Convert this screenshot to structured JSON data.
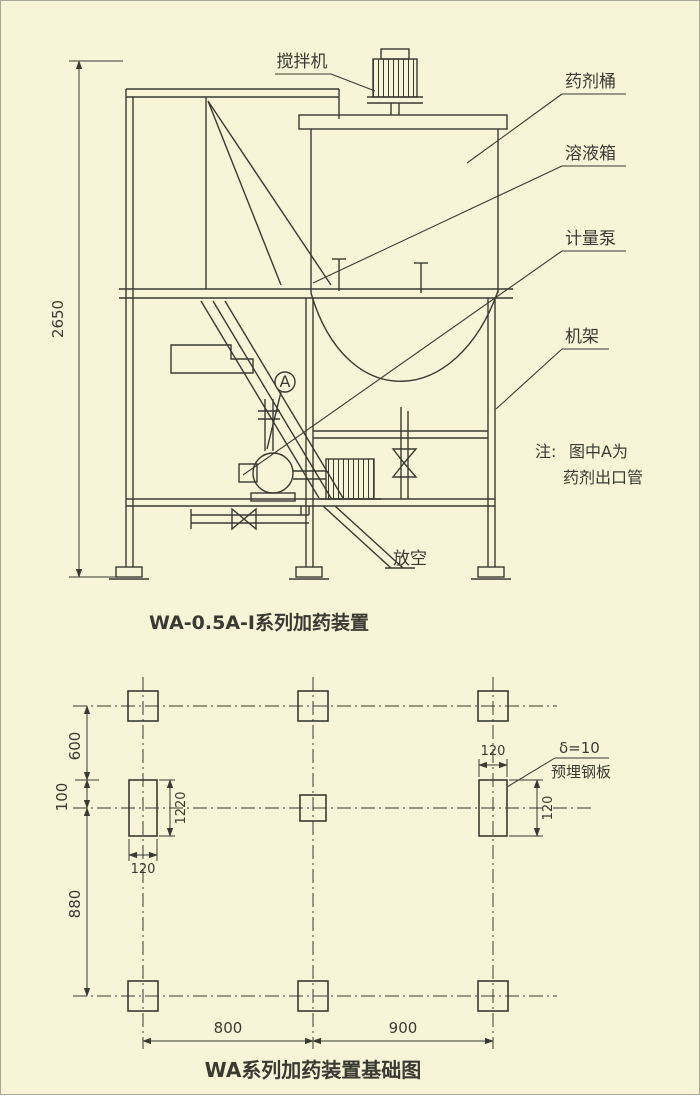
{
  "colors": {
    "background": "#f7f4d8",
    "ink": "#3a3a32"
  },
  "elevation": {
    "title": "WA-0.5A-I系列加药装置",
    "overall_height_dim": "2650",
    "labels": {
      "mixer": "搅拌机",
      "chemical_barrel": "药剂桶",
      "solution_tank": "溶液箱",
      "metering_pump": "计量泵",
      "frame": "机架",
      "vent": "放空",
      "outlet_marker": "A"
    },
    "note": {
      "prefix": "注:",
      "line1": "图中A为",
      "line2": "药剂出口管"
    }
  },
  "foundation": {
    "title": "WA系列加药装置基础图",
    "dimensions": {
      "left_top": "600",
      "left_middle": "100",
      "left_bottom": "880",
      "pad_width": "120",
      "pad_height": "1220",
      "right_pad_width": "120",
      "right_pad_height": "120",
      "span_left": "800",
      "span_right": "900"
    },
    "plate_note": {
      "line1": "δ=10",
      "line2": "预埋钢板"
    }
  }
}
